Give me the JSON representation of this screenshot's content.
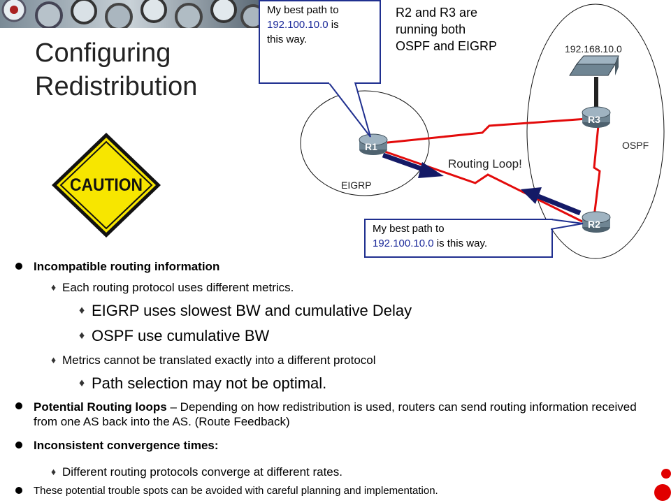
{
  "slide": {
    "title": "Configuring\nRedistribution"
  },
  "caution_sign": {
    "text": "CAUTION",
    "color": "#f7e600"
  },
  "diagram": {
    "callout_top": {
      "prefix": "My best path to",
      "address": "192.100.10.0",
      "suffix_inline": " is",
      "suffix": "this way."
    },
    "callout_bottom": {
      "prefix": "My best path to",
      "address": "192.100.10.0",
      "suffix": " is this way."
    },
    "note": "R2 and R3 are\nrunning both\nOSPF and EIGRP",
    "network_label": "192.168.10.0",
    "routers": {
      "r1": "R1",
      "r2": "R2",
      "r3": "R3"
    },
    "domain_eigrp": "EIGRP",
    "domain_ospf": "OSPF",
    "loop_label": "Routing Loop!",
    "colors": {
      "link": "#e30b0b",
      "arrow": "#141a66",
      "router": "#6f8593",
      "blue_text": "#1c2a9a"
    }
  },
  "bullets": [
    {
      "level": 1,
      "bold": "Incompatible routing information",
      "text": ""
    },
    {
      "level": 2,
      "text": "Each routing protocol uses different metrics."
    },
    {
      "level": 3,
      "text": "EIGRP uses slowest BW and cumulative Delay"
    },
    {
      "level": 3,
      "text": "OSPF use cumulative BW"
    },
    {
      "level": 2,
      "text": "Metrics cannot be translated exactly into a different protocol"
    },
    {
      "level": 3,
      "text": "Path selection may not be optimal."
    },
    {
      "level": 1,
      "bold": "Potential Routing loops",
      "text": " – Depending on how redistribution is used, routers can send routing information received from one AS back into the AS. (Route Feedback)"
    },
    {
      "level": 1,
      "bold": "Inconsistent convergence times:",
      "text": ""
    },
    {
      "level": 2,
      "text": "Different routing protocols converge at different rates."
    },
    {
      "level": 1,
      "bold": "",
      "text": "These potential trouble spots can be avoided with careful planning and implementation."
    }
  ]
}
